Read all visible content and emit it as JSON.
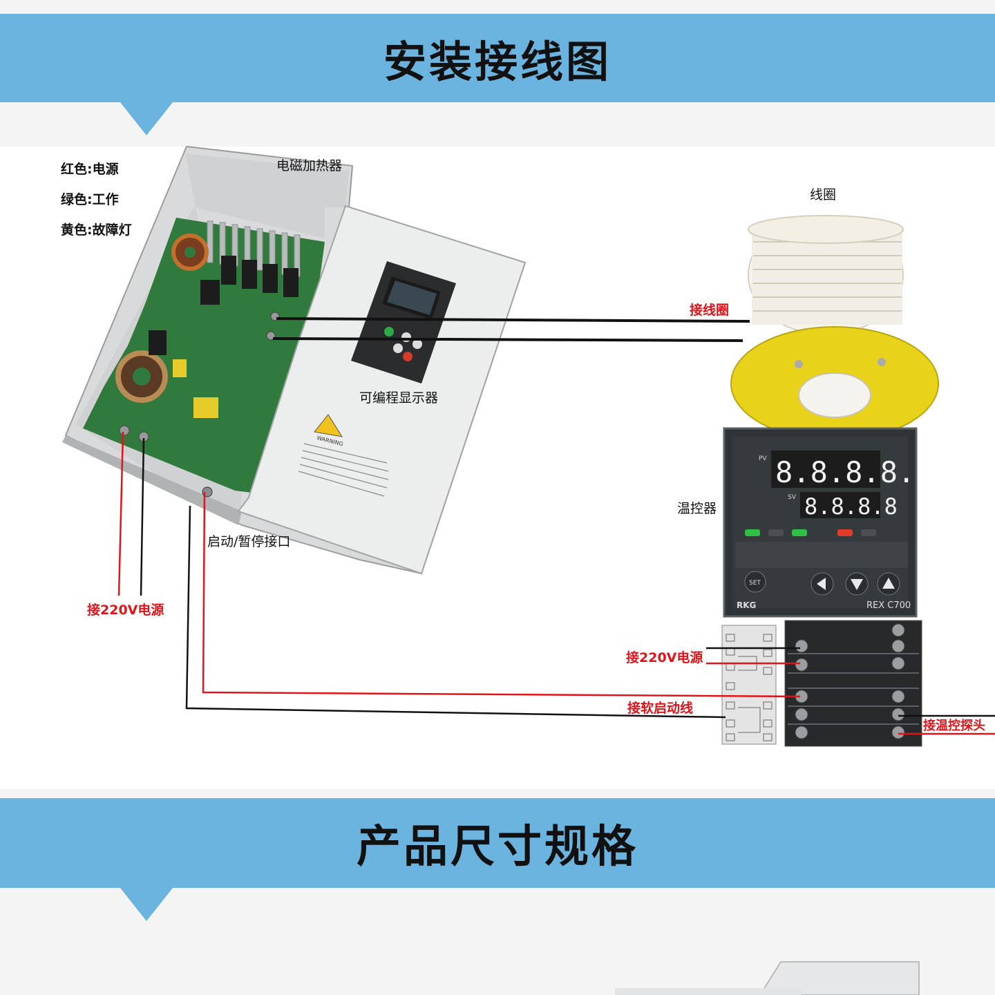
{
  "sections": {
    "install": {
      "title": "安装接线图"
    },
    "dimensions": {
      "title": "产品尺寸规格"
    }
  },
  "legend": {
    "red": "红色:电源",
    "green": "绿色:工作",
    "yellow": "黄色:故障灯"
  },
  "labels": {
    "heater": "电磁加热器",
    "coil": "线圈",
    "coil_wire": "接线圈",
    "display": "可编程显示器",
    "start_stop": "启动/暂停接口",
    "power_heater": "接220V电源",
    "thermostat": "温控器",
    "power_thermo": "接220V电源",
    "soft_start": "接软启动线",
    "probe": "接温控探头"
  },
  "device_text": {
    "warning_heading": "WARNING",
    "thermo_pv": "PV",
    "thermo_sv": "SV",
    "thermo_pv_digits": "8.8.8.8.",
    "thermo_sv_digits": "8.8.8.8",
    "thermo_brand": "RKG",
    "thermo_model": "REX C700",
    "thermo_set_key": "SET"
  },
  "colors": {
    "banner": "#6bb4df",
    "red_wire": "#e0141a",
    "black_wire": "#111111",
    "coil_flange": "#e8d21a",
    "pcb": "#2f7a3c"
  }
}
